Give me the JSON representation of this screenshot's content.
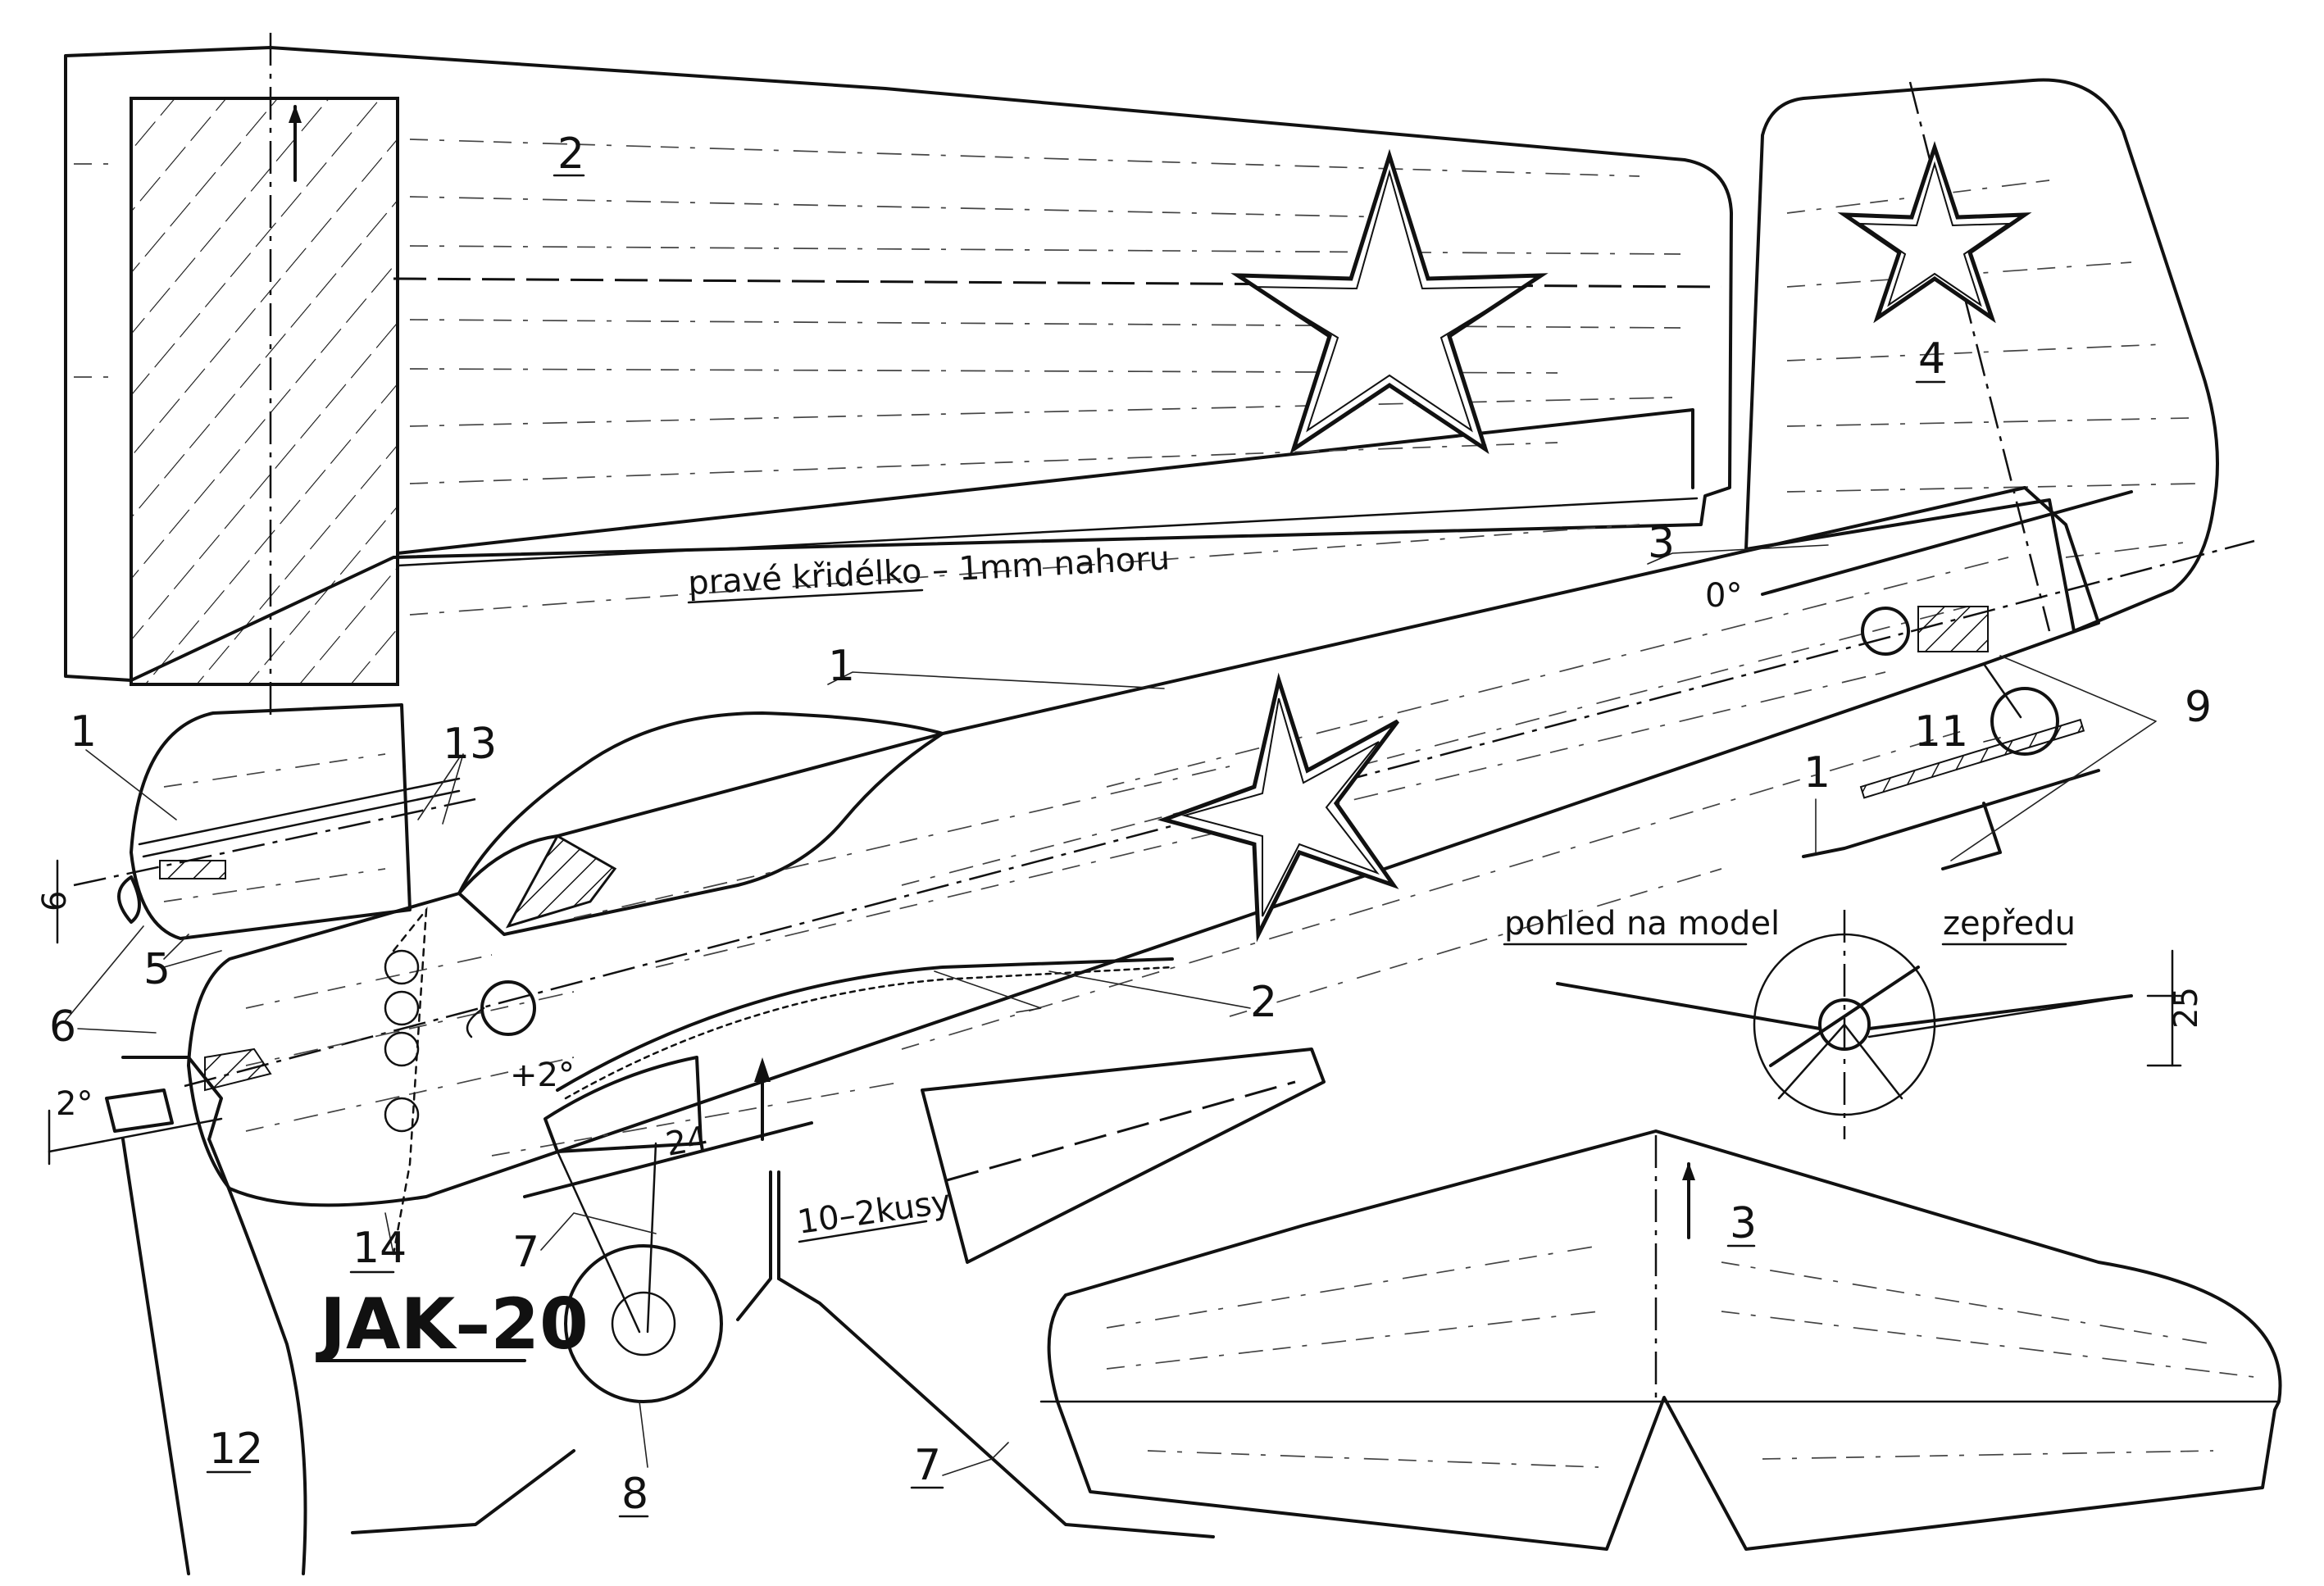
{
  "title": "JAK–20",
  "notes": {
    "aileron": "pravé křidélko – 1mm nahoru",
    "front_view_left": "pohled na model",
    "front_view_right": "zepředu",
    "wheel_legs": "10–2kusy",
    "incidence_stab": "0°",
    "incidence_wing": "+2°",
    "angle_small": "2°",
    "dim_25": "25",
    "dim_24": "24",
    "dim_6": "6"
  },
  "part_labels": {
    "wing": "2",
    "fin": "4",
    "stab_ref": "3",
    "fuse_ref_top": "1",
    "fuse_ref_left": "1",
    "ref_13": "13",
    "ref_5": "5",
    "ref_6": "6",
    "ref_2_lower": "2",
    "ref_9": "9",
    "ref_11": "11",
    "ref_1_hook": "1",
    "ref_14": "14",
    "ref_7_leg": "7",
    "ref_8": "8",
    "ref_7_wire": "7",
    "ref_12": "12",
    "stabilizer": "3"
  }
}
